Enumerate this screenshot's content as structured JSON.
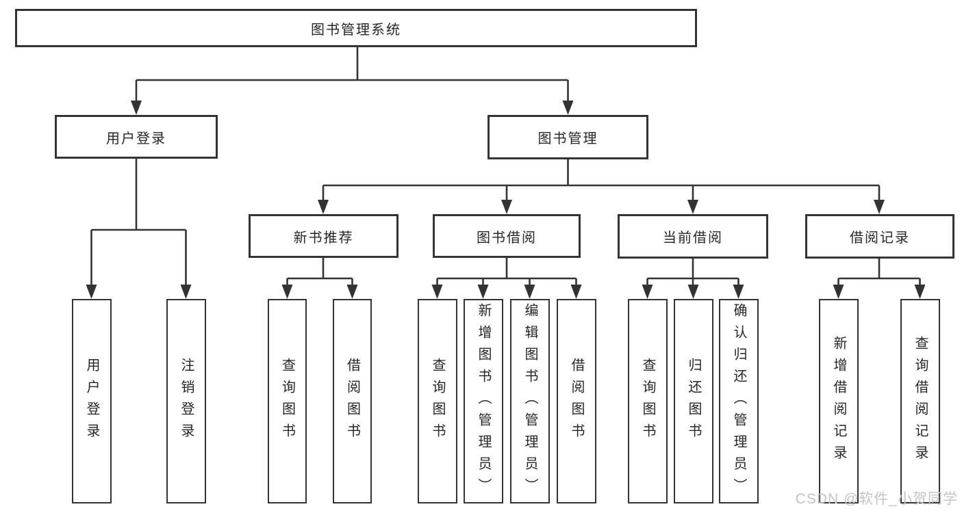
{
  "diagram": {
    "root": {
      "label": "图书管理系统"
    },
    "level2": [
      {
        "label": "用户登录"
      },
      {
        "label": "图书管理"
      }
    ],
    "level3": [
      {
        "label": "新书推荐"
      },
      {
        "label": "图书借阅"
      },
      {
        "label": "当前借阅"
      },
      {
        "label": "借阅记录"
      }
    ],
    "leaves": {
      "user_login": [
        {
          "label": "用户登录"
        },
        {
          "label": "注销登录"
        }
      ],
      "new_book_recommend": [
        {
          "label": "查询图书"
        },
        {
          "label": "借阅图书"
        }
      ],
      "book_borrow": [
        {
          "label": "查询图书"
        },
        {
          "label": "新增图书（管理员）"
        },
        {
          "label": "编辑图书（管理员）"
        },
        {
          "label": "借阅图书"
        }
      ],
      "current_borrow": [
        {
          "label": "查询图书"
        },
        {
          "label": "归还图书"
        },
        {
          "label": "确认归还（管理员）"
        }
      ],
      "borrow_records": [
        {
          "label": "新增借阅记录"
        },
        {
          "label": "查询借阅记录"
        }
      ]
    },
    "watermark": "CSDN @软件_小贺同学",
    "colors": {
      "line": "#333333",
      "box_border": "#333333",
      "text": "#262626",
      "watermark": "#c4c4c4",
      "background": "#ffffff"
    }
  }
}
